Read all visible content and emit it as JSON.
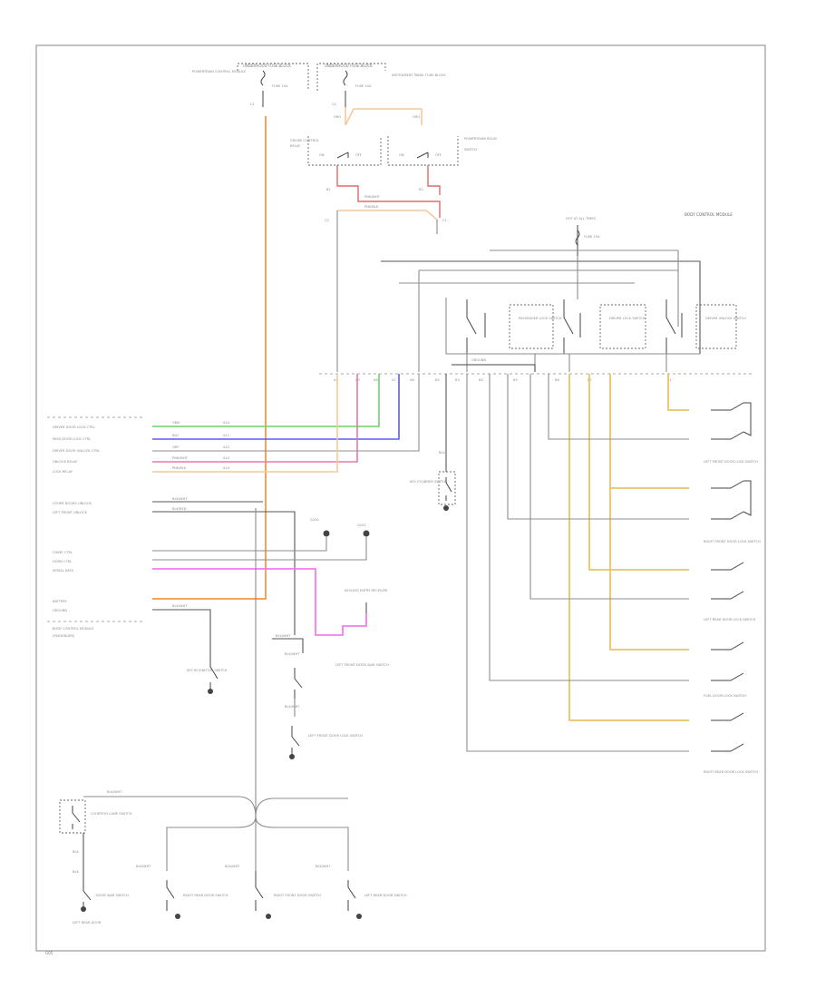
{
  "diagram": {
    "footer_code": "G05",
    "top": {
      "fuse_box_left": "UNDERHOOD FUSE BLOCK",
      "fuse_box_right": "UNDERHOOD FUSE BLOCK",
      "fuse_left_label": "FUSE 10A",
      "fuse_right_label": "FUSE 10A",
      "left_note": "POWERTRAIN CONTROL MODULE",
      "right_note": "INSTRUMENT PANEL FUSE BLOCK",
      "relay_left": "CRUISE CONTROL",
      "relay_left_sub": "RELAY",
      "relay_right": "POWERTRAIN RELAY",
      "relay_right_sub": "SWITCH",
      "pin_a": "B1",
      "pin_b": "B2",
      "wire_a": "PNK/WHT",
      "wire_b": "PNK/BLK"
    },
    "right_module": {
      "title": "BODY CONTROL MODULE",
      "ign_label": "HOT AT ALL TIMES",
      "fuse_label": "FUSE 15A",
      "switch_1": "PASSENGER LOCK SWITCH",
      "switch_2": "DRIVER LOCK SWITCH",
      "switch_3": "DRIVER UNLOCK SWITCH"
    },
    "left_labels": [
      "DRIVER DOOR LOCK CTRL",
      "PASS DOOR LOCK CTRL",
      "DRIVER DOOR UNLOCK CTRL",
      "UNLOCK RELAY",
      "LOCK RELAY"
    ],
    "left_labels_2": [
      "OTHER DOORS UNLOCK",
      "LEFT FRONT UNLOCK"
    ],
    "left_labels_3": [
      "CHIME CTRL",
      "HORN CTRL",
      "SERIAL DATA"
    ],
    "battery": {
      "label": "BATTERY",
      "sub": "GROUND"
    },
    "left_module": "BODY CONTROL MODULE",
    "left_module_sub": "(PASSENGER)",
    "center_labels": {
      "ground_left": "G200",
      "ground_right": "G201",
      "key_switch": "KEY IN IGNITION SWITCH",
      "keyless": "KEYLESS ENTRY RECEIVER",
      "door_ajar": "LEFT FRONT DOOR AJAR SWITCH",
      "left_front_switch": "LEFT FRONT DOOR LOCK SWITCH",
      "key_cyl": "KEY CYLINDER SWITCH"
    },
    "right_switches": [
      "LEFT FRONT DOOR LOCK SWITCH",
      "RIGHT FRONT DOOR LOCK SWITCH",
      "LEFT REAR DOOR LOCK SWITCH",
      "FUEL DOOR LOCK SWITCH",
      "RIGHT REAR DOOR LOCK SWITCH"
    ],
    "bottom": {
      "wire_label": "BLK/WHT",
      "courtesy": "COURTESY LAMP SWITCH",
      "sw_1": "DOOR AJAR SWITCH",
      "sw_1_sub": "LEFT REAR DOOR",
      "sw_2": "RIGHT REAR DOOR SWITCH",
      "sw_3": "RIGHT FRONT DOOR SWITCH",
      "sw_4": "LEFT REAR DOOR SWITCH"
    }
  }
}
